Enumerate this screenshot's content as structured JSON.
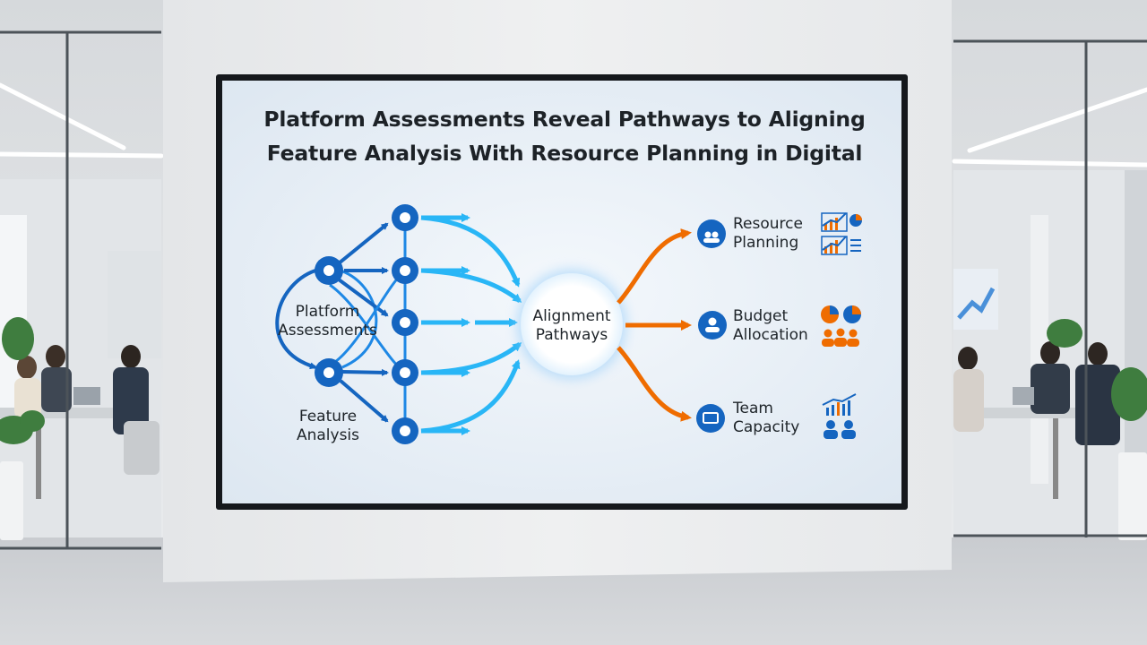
{
  "screen": {
    "title_line1": "Platform Assessments Reveal Pathways to Aligning",
    "title_line2": "Feature Analysis With Resource Planning in Digital"
  },
  "diagram": {
    "sources": [
      {
        "line1": "Platform",
        "line2": "Assessments"
      },
      {
        "line1": "Feature",
        "line2": "Analysis"
      }
    ],
    "hub": {
      "line1": "Alignment",
      "line2": "Pathways"
    },
    "outputs": [
      {
        "line1": "Resource",
        "line2": "Planning",
        "icon": "people-icon"
      },
      {
        "line1": "Budget",
        "line2": "Allocation",
        "icon": "person-icon"
      },
      {
        "line1": "Team",
        "line2": "Capacity",
        "icon": "screen-icon"
      }
    ]
  },
  "colors": {
    "blue_dark": "#1565c0",
    "blue_mid": "#1e88e5",
    "cyan": "#29b6f6",
    "orange": "#ef6c00"
  }
}
